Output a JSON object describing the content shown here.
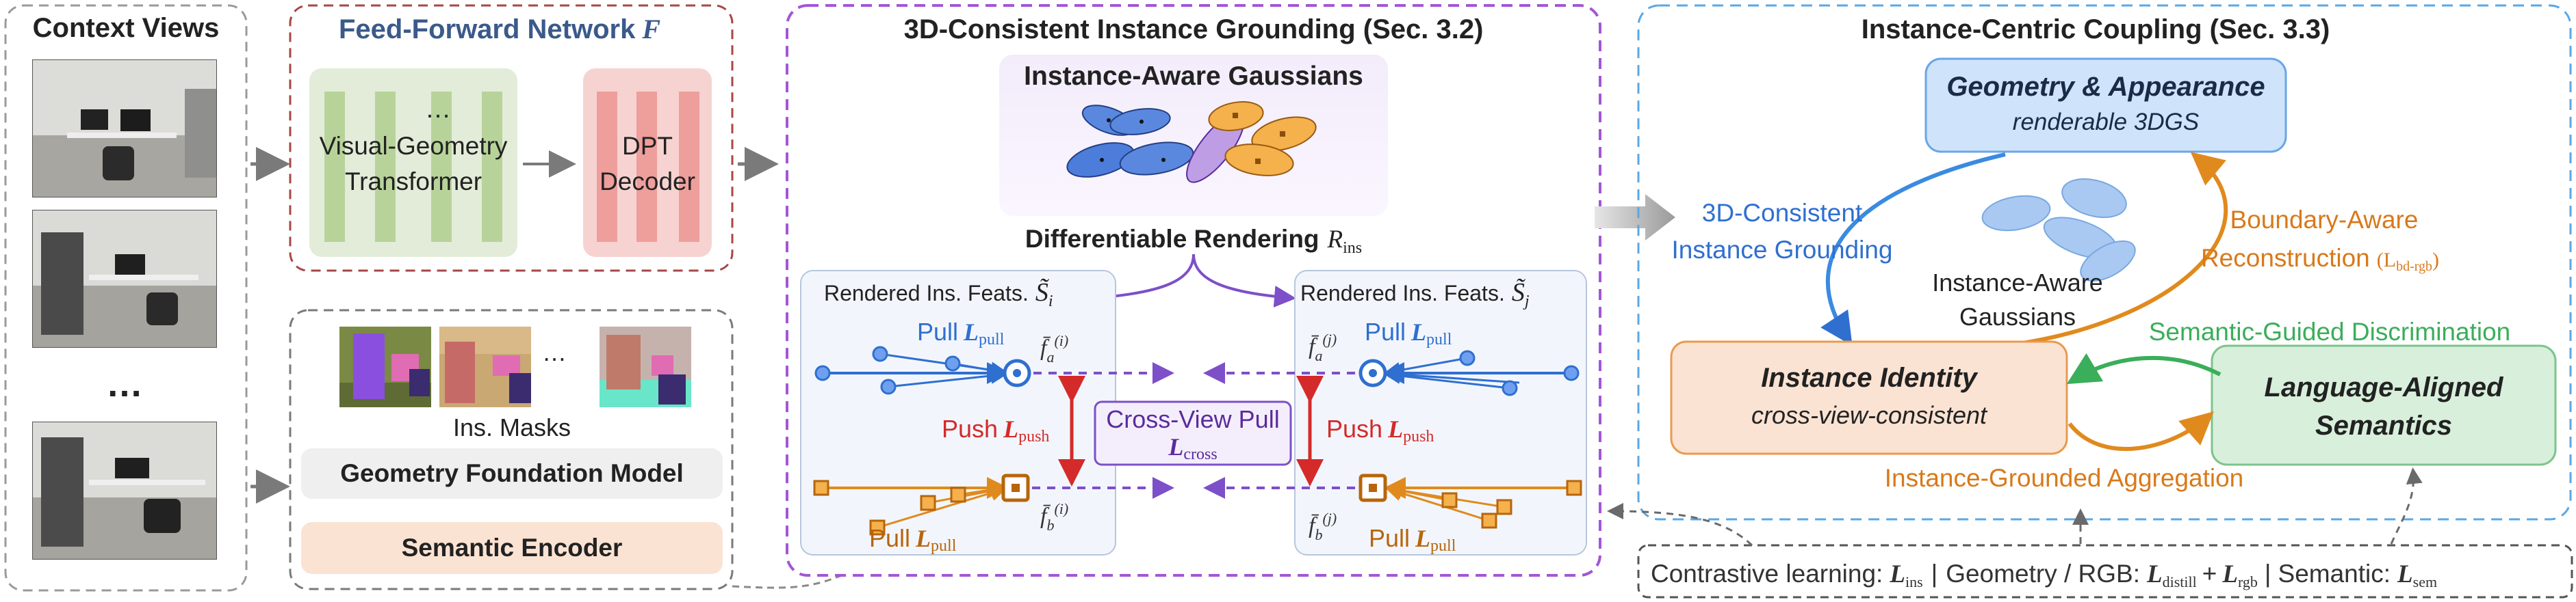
{
  "context_views": {
    "title": "Context Views",
    "ellipsis": "…",
    "image_labels": [
      "office view 1",
      "office view 2",
      "office view N"
    ]
  },
  "feed_forward": {
    "title": "Feed-Forward Network",
    "title_symbol": "F",
    "transformer_dots": "…",
    "transformer_line1": "Visual-Geometry",
    "transformer_line2": "Transformer",
    "decoder_line1": "DPT",
    "decoder_line2": "Decoder"
  },
  "foundation": {
    "masks_label": "Ins. Masks",
    "masks_dots": "…",
    "geometry_model": "Geometry Foundation Model",
    "semantic_encoder": "Semantic Encoder"
  },
  "grounding": {
    "title": "3D-Consistent Instance Grounding (Sec. 3.2)",
    "gaussians_title": "Instance-Aware Gaussians",
    "rendering_label": "Differentiable Rendering",
    "rendering_symbol": "R",
    "rendering_sub": "ins",
    "left_panel_title": "Rendered Ins. Feats.",
    "left_panel_symbol": "S̃",
    "left_panel_sub": "i",
    "right_panel_title": "Rendered Ins. Feats.",
    "right_panel_symbol": "S̃",
    "right_panel_sub": "j",
    "pull_word": "Pull",
    "pull_symbol": "L",
    "pull_sub": "pull",
    "push_word": "Push",
    "push_symbol": "L",
    "push_sub": "push",
    "cross_view_line1": "Cross-View Pull",
    "cross_view_symbol": "L",
    "cross_view_sub": "cross",
    "f_a_i": "f̄",
    "f_a_i_sub": "a",
    "f_a_i_sup": "(i)",
    "f_b_i": "f̄",
    "f_b_i_sub": "b",
    "f_b_i_sup": "(i)",
    "f_a_j": "f̄",
    "f_a_j_sub": "a",
    "f_a_j_sup": "(j)",
    "f_b_j": "f̄",
    "f_b_j_sub": "b",
    "f_b_j_sup": "(j)"
  },
  "coupling": {
    "title": "Instance-Centric Coupling (Sec. 3.3)",
    "geometry_title": "Geometry & Appearance",
    "geometry_sub": "renderable 3DGS",
    "grounding_label_1": "3D-Consistent",
    "grounding_label_2": "Instance Grounding",
    "boundary_label_1": "Boundary-Aware",
    "boundary_label_2": "Reconstruction",
    "boundary_symbol": "(L",
    "boundary_sub": "bd-rgb",
    "boundary_close": ")",
    "gaussians_label_1": "Instance-Aware",
    "gaussians_label_2": "Gaussians",
    "semantic_guided": "Semantic-Guided Discrimination",
    "identity_title": "Instance Identity",
    "identity_sub": "cross-view-consistent",
    "language_line1": "Language-Aligned",
    "language_line2": "Semantics",
    "aggregation": "Instance-Grounded Aggregation"
  },
  "losses": {
    "contrastive": "Contrastive learning:",
    "l_ins": "L",
    "l_ins_sub": "ins",
    "geometry": "Geometry  / RGB:",
    "l_distill": "L",
    "l_distill_sub": "distill",
    "plus": "+",
    "l_rgb": "L",
    "l_rgb_sub": "rgb",
    "semantic": "Semantic:",
    "l_sem": "L",
    "l_sem_sub": "sem",
    "sep": "|"
  },
  "colors": {
    "blue": "#2f6fd0",
    "orange": "#e08a1e",
    "red": "#d42a2a",
    "purple": "#7d4fc9",
    "green": "#3aae5a",
    "dashed_purple": "#a455d6",
    "dashed_blue": "#5aa7e6",
    "dashed_red": "#a84646"
  }
}
